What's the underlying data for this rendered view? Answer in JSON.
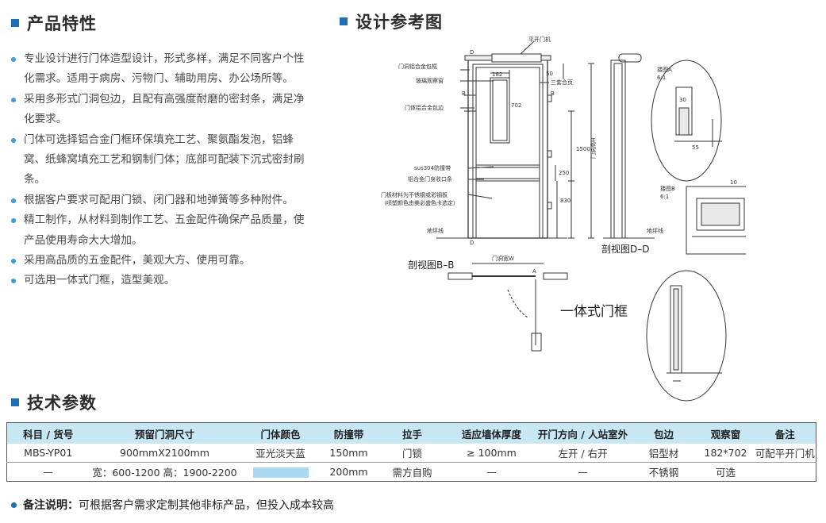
{
  "features": {
    "title": "产品特性",
    "items": [
      "专业设计进行门体造型设计，形式多样，满足不同客户个性化需求。适用于病房、污物门、辅助用房、办公场所等。",
      "采用多形式门洞包边，且配有高强度耐磨的密封条，满足净化要求。",
      "门体可选择铝合金门框环保填充工艺、聚氨酯发泡，铝蜂窝、纸蜂窝填充工艺和钢制门体；底部可配装下沉式密封刷条。",
      "根据客户要求可配用门锁、闭门器和地弹簧等多种附件。",
      "精工制作，从材料到制作工艺、五金配件确保产品质量，使产品使用寿命大大增加。",
      "采用高品质的五金配件，美观大方、使用可靠。",
      "可选用一体式门框，造型美观。"
    ]
  },
  "design": {
    "title": "设计参考图",
    "labels": {
      "ping_kai_men_ji": "平开门机",
      "men_dong_bao_bian": "门洞铝合金包框",
      "bo_li": "玻璃观察窗",
      "san_tao_he_ye": "三套合页",
      "men_ti_bao_bian": "门体铝合金包边",
      "fang_zhuang_dai": "sus304防撞带",
      "shou_kou_tiao": "铝合金门身收口条",
      "men_ban_cai_liao": "门板材料为不锈钢或彩钢板",
      "yan_se": "（喷塑颜色由美必盛色卡选定）",
      "jiu_ji_a": "搂图A",
      "jiu_ji_b": "搂图B",
      "scale": "6:1",
      "pou_bb": "剖视图B–B",
      "pou_dd": "剖视图D–D",
      "yi_ti": "一体式门框",
      "di_ping_xian": "地坪线",
      "men_dong_kuan": "门洞宽W",
      "men_dong_gao": "门洞高H",
      "dims": [
        "182",
        "702",
        "1500",
        "250",
        "830",
        "50",
        "30",
        "55",
        "10",
        "55"
      ],
      "letters": [
        "D",
        "B",
        "B",
        "D",
        "A"
      ]
    }
  },
  "specs": {
    "title": "技术参数",
    "headers": [
      "科目 / 货号",
      "预留门洞尺寸",
      "门体颜色",
      "防撞带",
      "拉手",
      "适应墙体厚度",
      "开门方向 / 人站室外",
      "包边",
      "观察窗",
      "备注"
    ],
    "rows": [
      [
        "MBS-YP01",
        "900mmX2100mm",
        "亚光淡天蓝",
        "150mm",
        "门锁",
        "≥ 100mm",
        "左开 / 右开",
        "铝型材",
        "182*702",
        "可配平开门机"
      ],
      [
        "—",
        "宽：600-1200  高：1900-2200",
        "",
        "200mm",
        "需方自购",
        "—",
        "—",
        "不锈钢",
        "可选",
        ""
      ]
    ],
    "swatch_color": "#a9d8f0"
  },
  "note": {
    "label": "备注说明：",
    "text": "可根据客户需求定制其他非标产品，但投入成本较高"
  }
}
